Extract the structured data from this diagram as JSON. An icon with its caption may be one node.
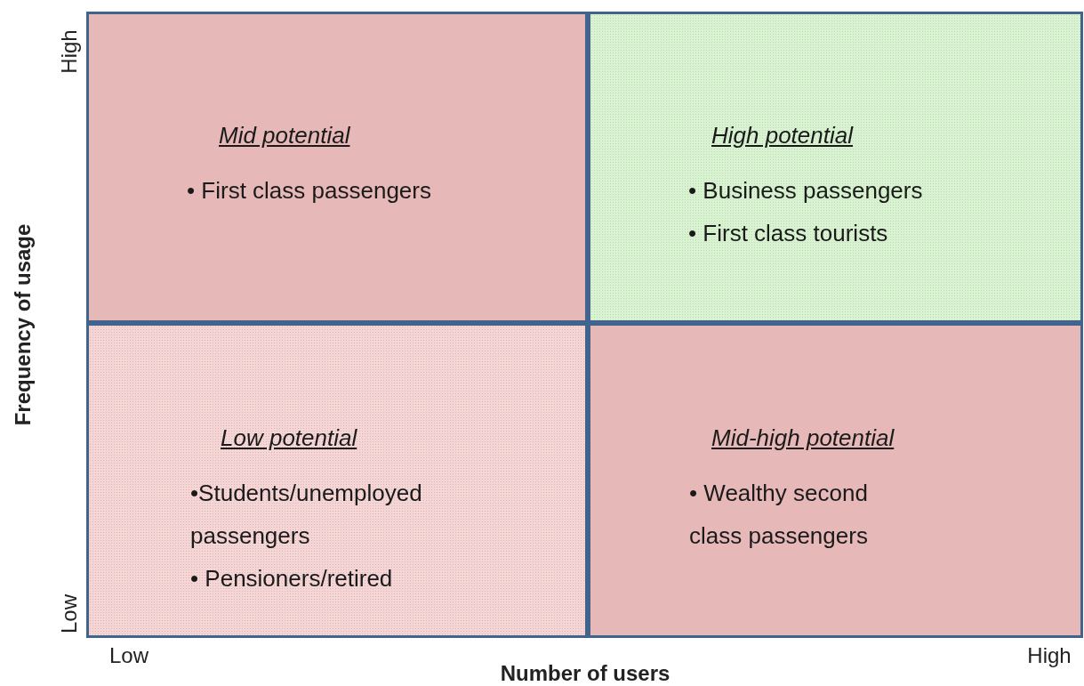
{
  "diagram": {
    "nodes": [
      {
        "text": [
          "Mid potential",
          "• First class passengers"
        ]
      },
      {
        "text": [
          "High potential",
          "• Business passengers",
          "• First class tourists"
        ]
      },
      {
        "text": [
          "Low potential",
          "•Students/unemployed passengers",
          "• Pensioners/retired"
        ]
      },
      {
        "text": [
          "Mid-high potential",
          "• Wealthy second class passengers"
        ]
      }
    ],
    "labels": [
      "High",
      "Low",
      "Frequency of usage",
      "Low",
      "High",
      "Number of users"
    ]
  }
}
